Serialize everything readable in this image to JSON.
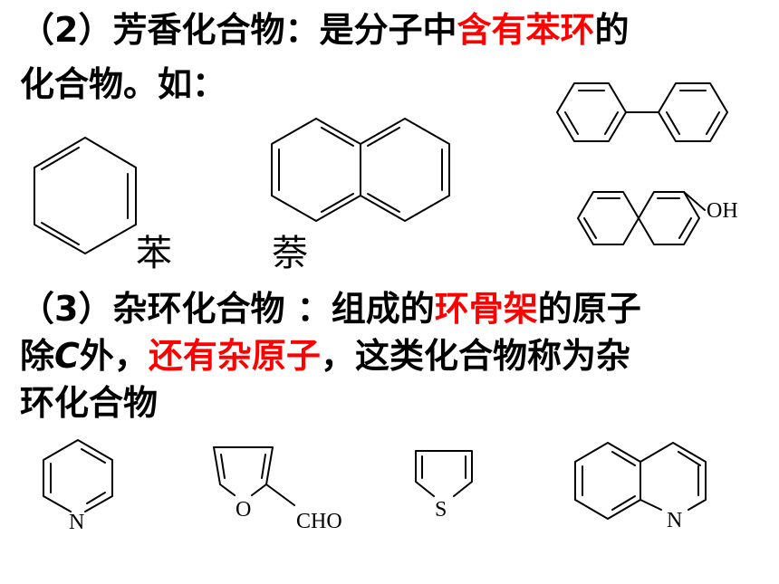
{
  "section2": {
    "number": "（2）",
    "title": "芳香化合物：",
    "definition_pre": "是分子中",
    "definition_highlight": "含有苯环",
    "definition_post": "的",
    "line2": "化合物。如："
  },
  "aromatic_examples": {
    "benzene_label": "苯",
    "naphthalene_label": "萘",
    "naphthol_group": "OH"
  },
  "section3": {
    "number": "（3）",
    "title": "杂环化合物 ：",
    "def_part1": "组成的",
    "def_highlight1": "环骨架",
    "def_part2": "的原子",
    "line2_pre": "除",
    "line2_c": "C",
    "line2_mid": "外，",
    "line2_highlight": "还有杂原子",
    "line2_post": "，这类化合物称为杂",
    "line3": "环化合物"
  },
  "heterocycle_examples": {
    "pyridine_atom": "N",
    "furan_atom": "O",
    "furan_group": "CHO",
    "thiophene_atom": "S",
    "quinoline_atom": "N"
  },
  "colors": {
    "highlight": "#ff0000",
    "text": "#000000"
  }
}
